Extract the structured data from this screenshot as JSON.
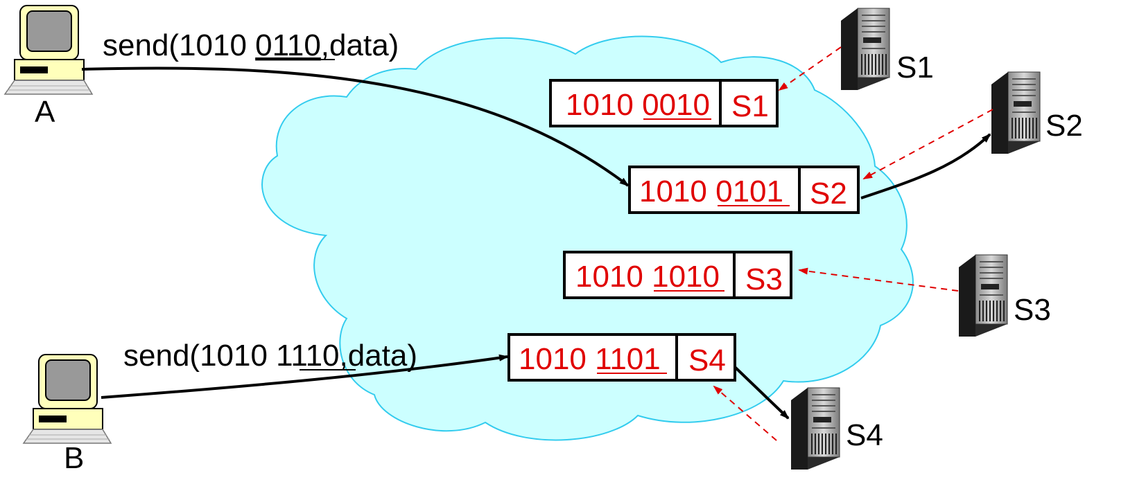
{
  "hosts": [
    {
      "label": "A",
      "send_prefix": "send(1010 ",
      "send_key": "0110",
      "send_suffix": ",data)"
    },
    {
      "label": "B",
      "send_prefix": "send(1010 ",
      "send_key": "1110",
      "send_suffix": ",data)"
    }
  ],
  "servers": [
    {
      "label": "S1"
    },
    {
      "label": "S2"
    },
    {
      "label": "S3"
    },
    {
      "label": "S4"
    }
  ],
  "entries": [
    {
      "prefix": "1010 ",
      "key": "0010",
      "server": "S1"
    },
    {
      "prefix": "1010 ",
      "key": "0101",
      "server": "S2"
    },
    {
      "prefix": "1010 ",
      "key": "1010",
      "server": "S3"
    },
    {
      "prefix": "1010 ",
      "key": "1101",
      "server": "S4"
    }
  ],
  "colors": {
    "cloud_fill": "#ccffff",
    "cloud_stroke": "#33ccee",
    "entry_text": "#e00000",
    "arrow": "#000000",
    "register_arrow": "#e00000"
  }
}
